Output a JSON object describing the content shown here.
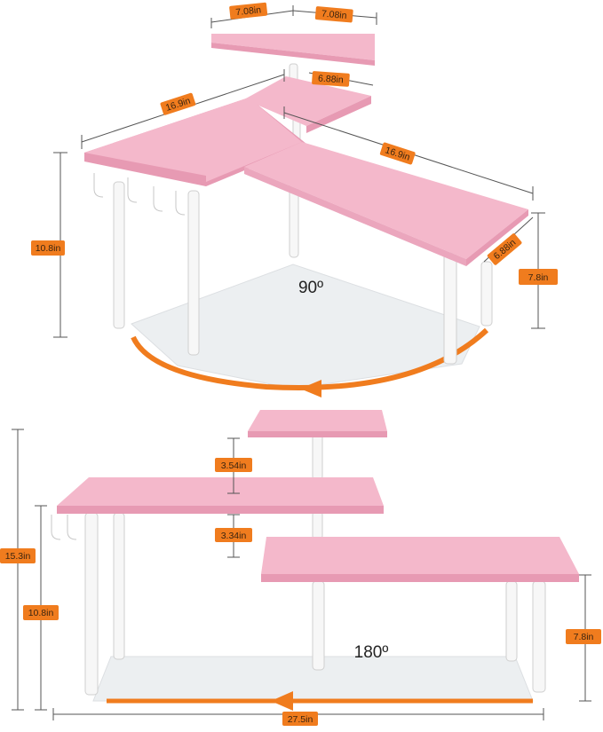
{
  "colors": {
    "shelf_top": "#f4b8cb",
    "shelf_edge": "#e79ab3",
    "leg": "#f7f7f7",
    "leg_stroke": "#cfcfcf",
    "base_plate": "#eceff1",
    "accent_orange": "#f07c1e",
    "dim_line": "#555555"
  },
  "corner_view": {
    "angle_label": "90º",
    "dimensions": {
      "top_width_a": "7.08in",
      "top_width_b": "7.08in",
      "mid_depth": "6.88in",
      "long_left": "16.9in",
      "long_right": "16.9in",
      "right_depth": "6.88in",
      "height_total": "10.8in",
      "height_right": "7.8in"
    }
  },
  "straight_view": {
    "angle_label": "180º",
    "dimensions": {
      "gap_upper": "3.54in",
      "gap_lower": "3.34in",
      "height_total": "15.3in",
      "height_mid": "10.8in",
      "height_right": "7.8in",
      "width_total": "27.5in"
    }
  }
}
